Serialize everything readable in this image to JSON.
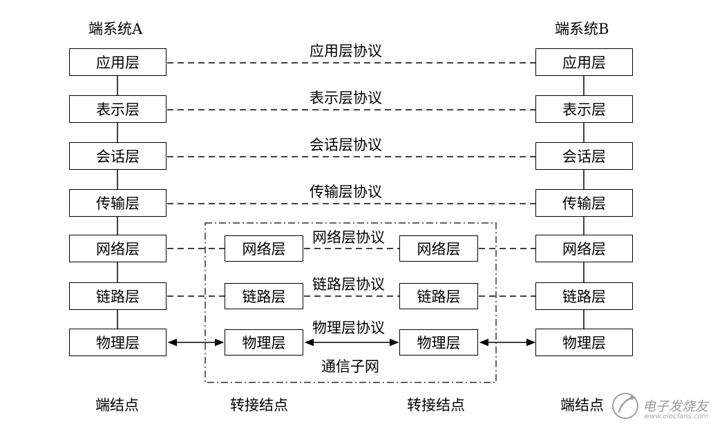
{
  "headers": {
    "system_a": "端系统A",
    "system_b": "端系统B"
  },
  "layers": [
    "应用层",
    "表示层",
    "会话层",
    "传输层",
    "网络层",
    "链路层",
    "物理层"
  ],
  "relay_layers": [
    "网络层",
    "链路层",
    "物理层"
  ],
  "protocols": [
    "应用层协议",
    "表示层协议",
    "会话层协议",
    "传输层协议",
    "网络层协议",
    "链路层协议",
    "物理层协议"
  ],
  "subnet_label": "通信子网",
  "bottom_labels": [
    "端结点",
    "转接结点",
    "转接结点",
    "端结点"
  ],
  "watermark": {
    "logo_text": "电子发烧友",
    "url": "www.elecfans.com"
  }
}
